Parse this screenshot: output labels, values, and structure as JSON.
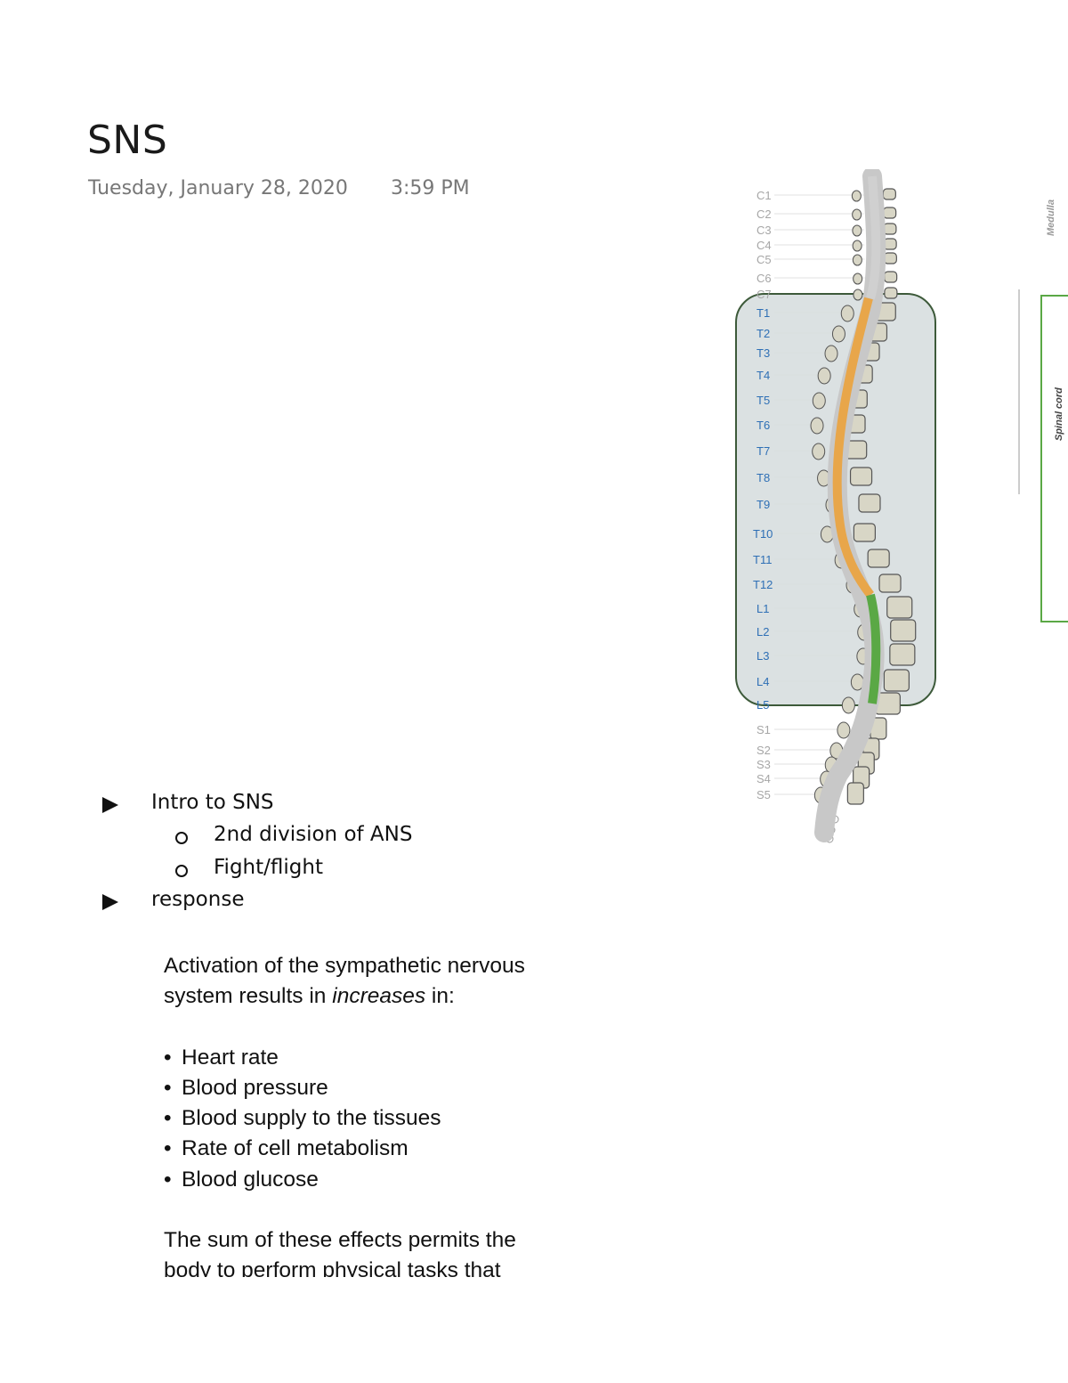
{
  "page": {
    "title": "SNS",
    "date": "Tuesday, January 28, 2020",
    "time": "3:59 PM"
  },
  "outline": {
    "items": [
      {
        "level": 1,
        "bullet": "arrow-icon",
        "text": "Intro to SNS"
      },
      {
        "level": 2,
        "bullet": "circle-icon",
        "text": "2nd division of ANS"
      },
      {
        "level": 2,
        "bullet": "circle-icon",
        "text": "Fight/flight"
      },
      {
        "level": 1,
        "bullet": "arrow-icon",
        "text": "response"
      }
    ]
  },
  "clipping": {
    "intro_before": "Activation of the sympathetic nervous system results in ",
    "intro_emph": "increases",
    "intro_after": " in:",
    "bullets": [
      "Heart rate",
      "Blood pressure",
      "Blood supply to the tissues",
      "Rate of cell metabolism",
      "Blood glucose"
    ],
    "closing_line1": "The sum of these effects permits the",
    "closing_line2": "body to perform physical tasks that"
  },
  "figure": {
    "vertebrae_labels": [
      "C1",
      "C2",
      "C3",
      "C4",
      "C5",
      "C6",
      "C7",
      "T1",
      "T2",
      "T3",
      "T4",
      "T5",
      "T6",
      "T7",
      "T8",
      "T9",
      "T10",
      "T11",
      "T12",
      "L1",
      "L2",
      "L3",
      "L4",
      "L5",
      "S1",
      "S2",
      "S3",
      "S4",
      "S5"
    ],
    "side_labels": {
      "medulla": "Medulla",
      "spinal_cord": "Spinal cord"
    },
    "colors": {
      "cervical_label": "#a6a6a6",
      "thoracolumbar_label": "#2e6fb5",
      "highlight_box_fill": "#d9dfe0",
      "highlight_box_stroke": "#3d5a3a",
      "thoracic_cord": "#e8a64a",
      "lumbar_cord": "#5aa845",
      "vertebra_fill": "#d8d6c6",
      "vertebra_stroke": "#555555"
    }
  }
}
